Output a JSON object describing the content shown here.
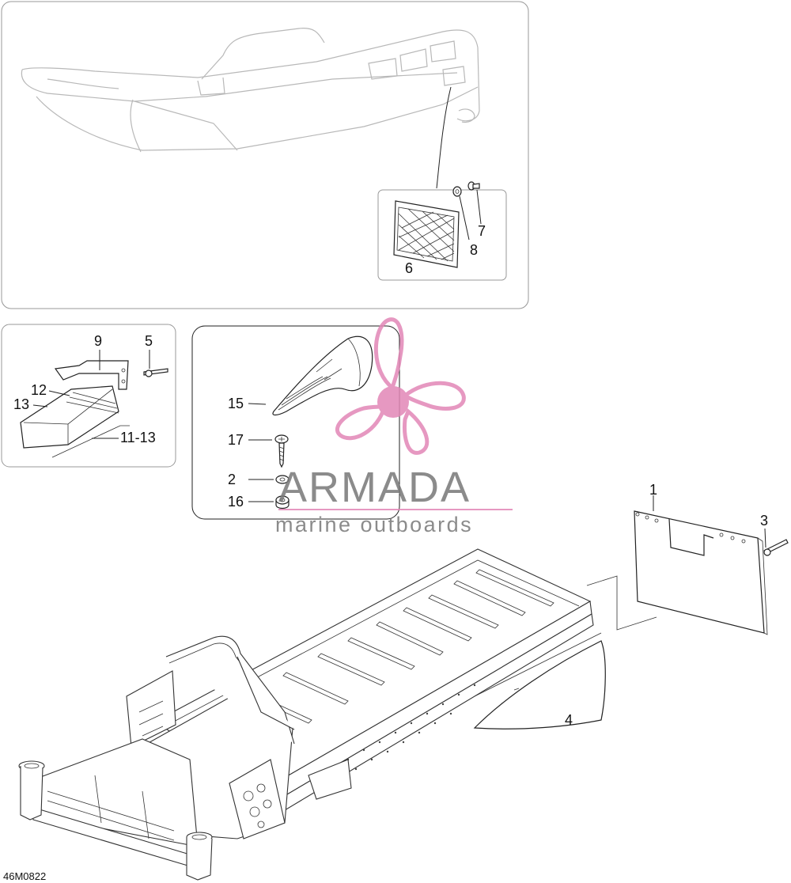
{
  "diagram": {
    "reference_code": "46M0822",
    "callouts": [
      {
        "id": "c1",
        "label": "1"
      },
      {
        "id": "c2",
        "label": "2"
      },
      {
        "id": "c3",
        "label": "3"
      },
      {
        "id": "c4",
        "label": "4"
      },
      {
        "id": "c5",
        "label": "5"
      },
      {
        "id": "c6",
        "label": "6"
      },
      {
        "id": "c7",
        "label": "7"
      },
      {
        "id": "c8",
        "label": "8"
      },
      {
        "id": "c9",
        "label": "9"
      },
      {
        "id": "c11_13",
        "label": "11-13"
      },
      {
        "id": "c12",
        "label": "12"
      },
      {
        "id": "c13",
        "label": "13"
      },
      {
        "id": "c15",
        "label": "15"
      },
      {
        "id": "c16",
        "label": "16"
      },
      {
        "id": "c17",
        "label": "17"
      }
    ]
  },
  "watermark": {
    "brand": "ARMADA",
    "tagline": "marine outboards",
    "color": "#e287b7"
  }
}
